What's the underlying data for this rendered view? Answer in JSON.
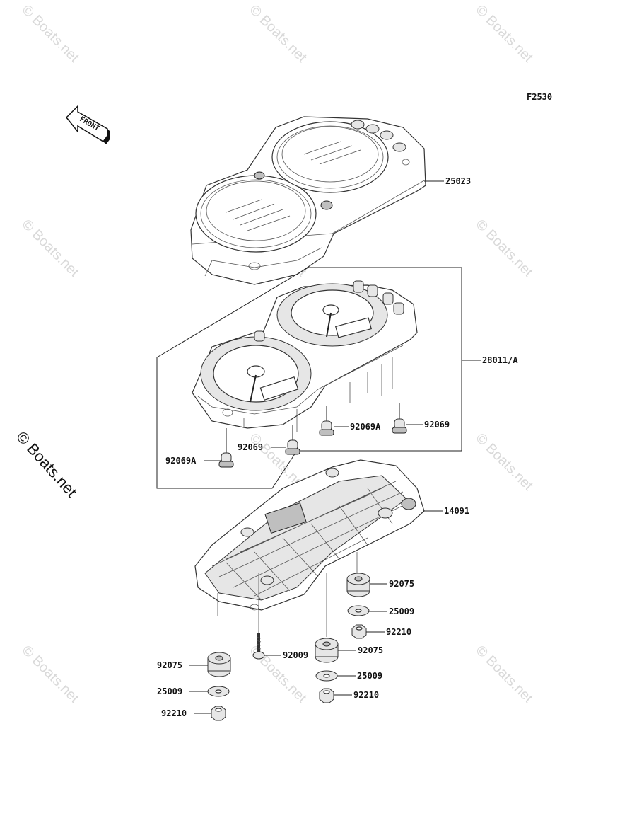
{
  "diagram": {
    "figure_code": "F2530",
    "front_label": "FRONT",
    "watermark_text": "© Boats.net",
    "side_watermark": "© Boats.net",
    "parts": [
      {
        "key": "p25023",
        "number": "25023"
      },
      {
        "key": "p28011",
        "number": "28011/A"
      },
      {
        "key": "p92069a_1",
        "number": "92069A"
      },
      {
        "key": "p92069_1",
        "number": "92069"
      },
      {
        "key": "p92069_2",
        "number": "92069"
      },
      {
        "key": "p92069a_2",
        "number": "92069A"
      },
      {
        "key": "p14091",
        "number": "14091"
      },
      {
        "key": "p92075_1",
        "number": "92075"
      },
      {
        "key": "p25009_1",
        "number": "25009"
      },
      {
        "key": "p92210_1",
        "number": "92210"
      },
      {
        "key": "p92075_2",
        "number": "92075"
      },
      {
        "key": "p92009",
        "number": "92009"
      },
      {
        "key": "p25009_2",
        "number": "25009"
      },
      {
        "key": "p92210_2",
        "number": "92210"
      },
      {
        "key": "p92075_3",
        "number": "92075"
      },
      {
        "key": "p25009_3",
        "number": "25009"
      },
      {
        "key": "p92210_3",
        "number": "92210"
      }
    ]
  }
}
